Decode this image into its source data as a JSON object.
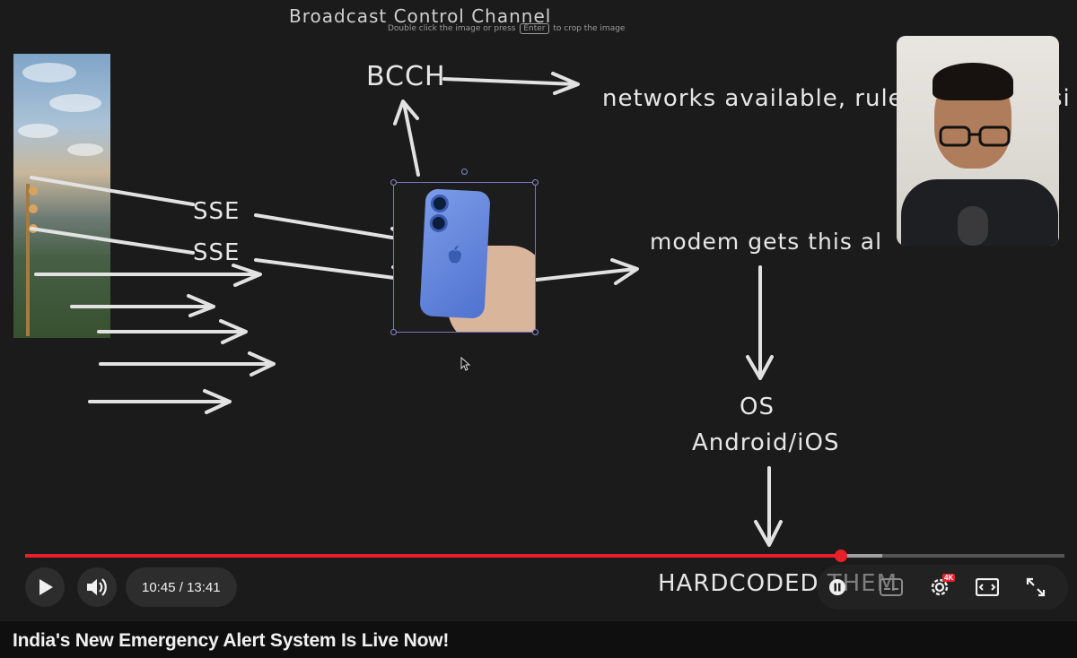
{
  "video": {
    "title": "India's New Emergency Alert System Is Live Now!",
    "current_time": "10:45",
    "separator": " / ",
    "duration": "13:41",
    "progress_played": 0.785,
    "progress_buffered": 0.825,
    "quality_badge": "4K"
  },
  "whiteboard": {
    "top_caption": "Broadcast Control Channel",
    "crop_hint_pre": "Double click the image or press",
    "crop_hint_key": "Enter",
    "crop_hint_post": "to crop the image",
    "bcch": "BCCH",
    "networks_text": "networks available, rule",
    "networks_trail": "si",
    "sse_1": "SSE",
    "sse_2": "SSE",
    "modem_text": "modem gets this al",
    "os_text": "OS",
    "android_ios": "Android/iOS",
    "hardcoded": "HARDCODED THEM"
  },
  "colors": {
    "accent": "#e8202b",
    "ink": "#e2e2e2",
    "canvas": "#1b1b1b",
    "selection": "#7c74c7"
  },
  "icons": [
    "play-icon",
    "volume-icon",
    "pause-circle-icon",
    "subtitles-icon",
    "settings-icon",
    "miniplayer-icon",
    "fullscreen-icon"
  ]
}
